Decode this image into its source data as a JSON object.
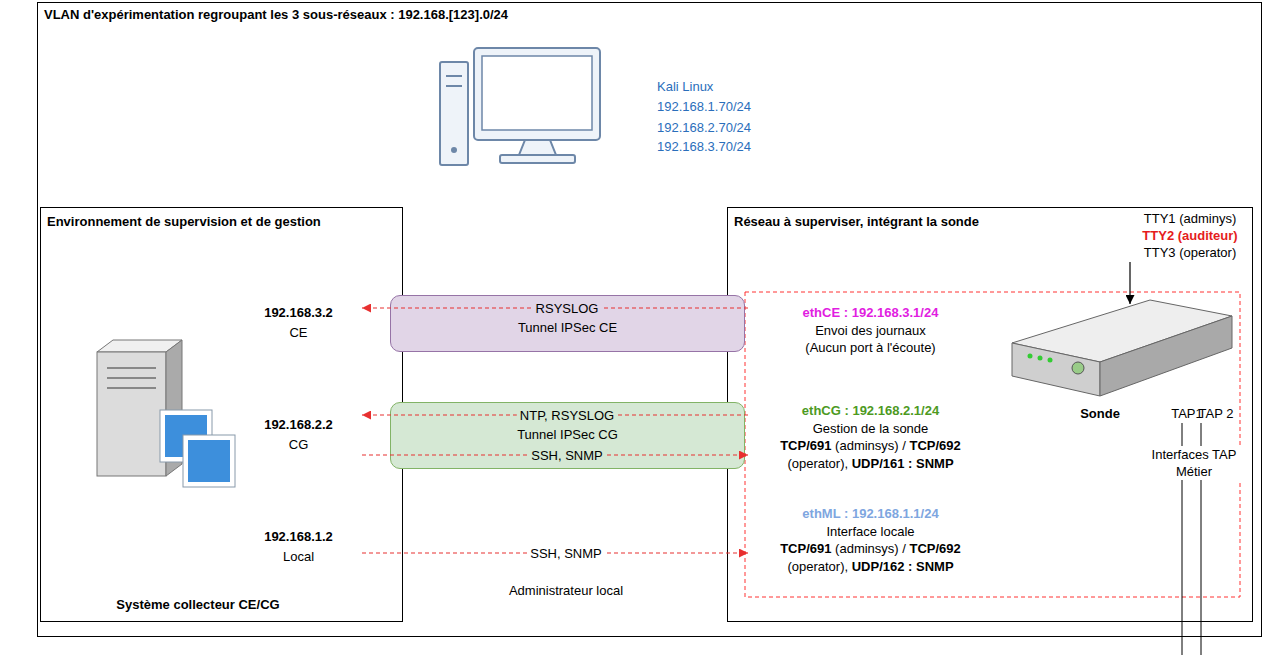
{
  "diagram": {
    "nodes": [
      {
        "text": [
          "VLAN d'expérimentation regroupant les 3 sous-réseaux : 192.168.[123].0/24"
        ]
      },
      {
        "text": [
          "Environnement de supervision et de gestion"
        ],
        "in": 0
      },
      {
        "text": [
          "192.168.3.2",
          "CE"
        ],
        "in": 1
      },
      {
        "text": [
          "192.168.2.2",
          "CG"
        ],
        "in": 1
      },
      {
        "text": [
          "192.168.1.2",
          "Local"
        ],
        "in": 1
      },
      {
        "text": [
          "Réseau à superviser, intégrant la sonde"
        ],
        "in": 0
      },
      {
        "text": [
          "ethCE : 192.168.3.1/24",
          "Envoi des journaux",
          "(Aucun port à l'écoute)"
        ],
        "in": 5
      },
      {
        "text": [
          "ethCG : 192.168.2.1/24",
          "Gestion de la sonde",
          "TCP/691 (adminsys) / TCP/692 (operator), UDP/161 : SNMP"
        ],
        "in": 5
      },
      {
        "text": [
          "ethML : 192.168.1.1/24",
          "Interface locale",
          "TCP/691 (adminsys) / TCP/692 (operator), UDP/162 : SNMP"
        ],
        "in": 5
      },
      {
        "text": [
          "Tunnel IPSec CE"
        ],
        "in": 0
      },
      {
        "text": [
          "Tunnel IPSec CG"
        ],
        "in": 0
      }
    ],
    "edges": [
      {
        "from": 6,
        "to": 2,
        "label": "RSYSLOG",
        "arrow": "to"
      },
      {
        "from": 7,
        "to": 3,
        "label": "NTP, RSYSLOG",
        "arrow": "to"
      },
      {
        "from": 3,
        "to": 7,
        "label": "SSH, SNMP",
        "arrow": "to"
      },
      {
        "from": 4,
        "to": 8,
        "label": "SSH, SNMP",
        "arrow": "to"
      }
    ],
    "labels": [
      "Kali Linux",
      "192.168.1.70/24",
      "192.168.2.70/24",
      "192.168.3.70/24",
      "Système collecteur CE/CG",
      "Administrateur local",
      "TTY1 (adminys)",
      "TTY2 (auditeur)",
      "TTY3 (operator)",
      "Sonde",
      "TAP1",
      "TAP 2",
      "Interfaces TAP Métier"
    ]
  }
}
